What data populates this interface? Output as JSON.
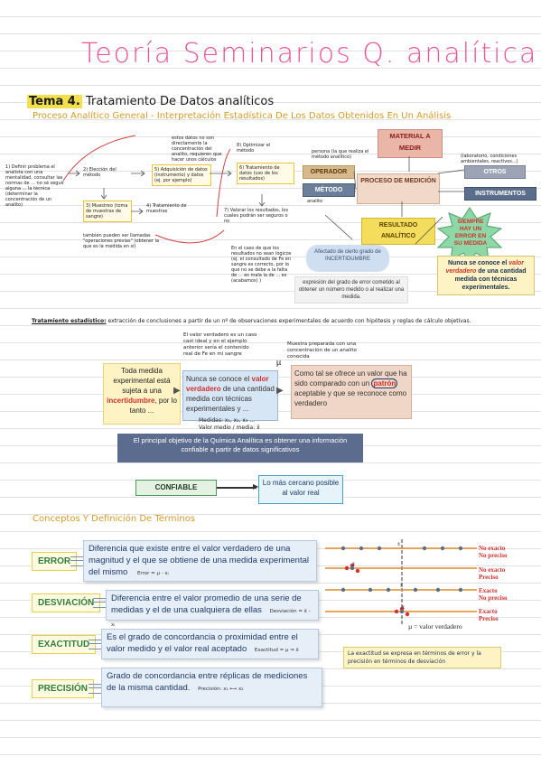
{
  "page_title": "Teoría Seminarios Q. analítica",
  "tema": {
    "number": "Tema 4.",
    "title": "Tratamiento De Datos analíticos"
  },
  "section1_title": "Proceso Analítico General - Interpretación Estadística De Los Datos Obtenidos En Un Análisis",
  "process_steps": [
    {
      "num": "1",
      "text": "Definir problema el analista con una mentalidad, consultar las normas de ... no sé seguir alguna ... la técnica (determinar la concentración de un analito)"
    },
    {
      "num": "2",
      "text": "Elección del método"
    },
    {
      "num": "3",
      "text": "Muestreo (toma de muestras de sangre)"
    },
    {
      "num": "4",
      "text": "Tratamiento de muestras"
    },
    {
      "num": "5",
      "text": "Adquisición de datos (instrumento) y datos (ej. por ejemplo)"
    },
    {
      "num": "6",
      "text": "Tratamiento de datos (uso de los resultados)"
    },
    {
      "num": "7",
      "text": "Valorar los resultados, los cuales podrán ser seguros o no"
    },
    {
      "num": "8",
      "text": "Optimizar el método"
    }
  ],
  "process_notes": {
    "top_note": "estos datos no son directamente la concentración del analito, requieren que hacer unos cálculos",
    "bottom_left_note": "también pueden ser llamadas \"operaciones previas\" (obtener la que es la medida en sí)",
    "bottom_right_note": "En el caso de que los resultados no sean lógicos (ej. el consultado de Fe en sangre es correcto, por lo que no se debe a la falta de ... es mala la de ... es (acabamos) )"
  },
  "measurement_diagram": {
    "material": "MATERIAL A MEDIR",
    "operador": "OPERADOR",
    "metodo": "MÉTODO",
    "otros": "OTROS",
    "proceso": "PROCESO DE MEDICIÓN",
    "instrumentos": "INSTRUMENTOS",
    "resultado": "RESULTADO ANALÍTICO",
    "star_text": "SIEMPRE HAY UN ERROR EN SU MEDIDA",
    "operador_note": "persona (la que realiza el método analítico)",
    "metodo_note": "analito",
    "otros_note": "(laboratorio, condiciones ambientales, reactivos...)",
    "incertidumbre": "Afectado de cierto grado de INCERTIDUMBRE",
    "expresion": "expresión del grado de error cometido al obtener un número medido o al realizar una medida.",
    "nunca_prefix": "Nunca se conoce el",
    "nunca_highlight": "valor verdadero",
    "nunca_suffix": "de una cantidad medida con técnicas experimentales."
  },
  "stats_treatment": {
    "label": "Tratamiento estadístico:",
    "text": "extracción de conclusiones a partir de un nº de observaciones experimentales de acuerdo con hipótesis y reglas de cálculo objetivas."
  },
  "mid_section": {
    "yellow_prefix": "Toda medida experimental está sujeta a una",
    "yellow_highlight": "incertidumbre",
    "yellow_suffix": ", por lo tanto ...",
    "blue_prefix": "Nunca se conoce el",
    "blue_highlight": "valor verdadero",
    "blue_suffix": "de una cantidad medida con técnicas experimentales y ...",
    "tan_prefix": "Como tal se ofrece un valor que ha sido comparado con un",
    "tan_highlight": "patrón",
    "tan_suffix": "aceptable y que se reconoce como verdadero",
    "note_valor": "El valor verdadero es un caso cast ideal y en el ejemplo anterior sería el contenido real de Fe en mi sangre",
    "note_muestra": "Muestra preparada con una concentración de un analito conocida",
    "mu": "µ",
    "medidas": "Medidas: x₁, x₂, x₃ ...",
    "valor_medio": "Valor medio / media: x̄",
    "principal": "El principal objetivo de la Química Analítica es obtener una información confiable a partir de datos significativos",
    "confiable": "CONFIABLE",
    "cercano": "Lo más cercano posible al valor real"
  },
  "section2_title": "Conceptos Y Definición De Términos",
  "definitions": [
    {
      "term": "ERROR",
      "text": "Diferencia que existe entre el valor verdadero de una magnitud y el que se obtiene de una medida experimental del mismo",
      "formula": "Error = µ - xᵢ"
    },
    {
      "term": "DESVIACIÓN",
      "text": "Diferencia entre el valor promedio de una serie de medidas y el de una cualquiera de ellas",
      "formula": "Desviación = x̄ - xᵢ"
    },
    {
      "term": "EXACTITUD",
      "text": "Es el grado de concordancia o proximidad entre el valor medido y el valor real aceptado",
      "formula": "Exactitud = µ ⇒ x̄"
    },
    {
      "term": "PRECISIÓN",
      "text": "Grado de concordancia entre réplicas de mediciones de la misma cantidad.",
      "formula": "Precisión: x₁ ⟷ x₂"
    }
  ],
  "accuracy_diagram": {
    "rows": [
      {
        "label1": "No exacto",
        "label2": "No preciso"
      },
      {
        "label1": "No exacto",
        "label2": "Preciso"
      },
      {
        "label1": "Exacto",
        "label2": "No preciso"
      },
      {
        "label1": "Exacto",
        "label2": "Preciso"
      }
    ],
    "mean_symbol": "x̄",
    "mu_label": "µ = valor verdadero",
    "note": "La exactitud se expresa en términos de error y la precisión en términos de desviación"
  },
  "colors": {
    "pink": "#e8579a",
    "orange": "#d69a28",
    "red": "#d2302c",
    "navy": "#1f3a6b",
    "green": "#2f7d3c"
  }
}
